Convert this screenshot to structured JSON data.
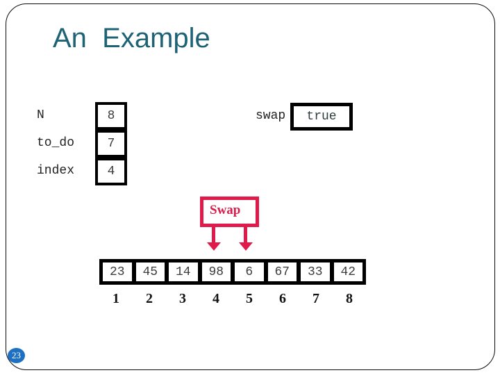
{
  "slide": {
    "title": "An  Example",
    "page_number": "23"
  },
  "variables": [
    {
      "name": "N",
      "value": "8"
    },
    {
      "name": "to_do",
      "value": "7"
    },
    {
      "name": "index",
      "value": "4"
    }
  ],
  "swap_flag": {
    "label": "swap",
    "value": "true"
  },
  "swap_callout": {
    "label": "Swap",
    "arrow_target_positions": [
      4,
      5
    ]
  },
  "array": {
    "values": [
      "23",
      "45",
      "14",
      "98",
      "6",
      "67",
      "33",
      "42"
    ],
    "indices": [
      "1",
      "2",
      "3",
      "4",
      "5",
      "6",
      "7",
      "8"
    ]
  },
  "colors": {
    "title_teal": "#1d6375",
    "callout_red": "#e01a4b",
    "page_badge_blue": "#1e71c2",
    "box_border_black": "#000000"
  }
}
